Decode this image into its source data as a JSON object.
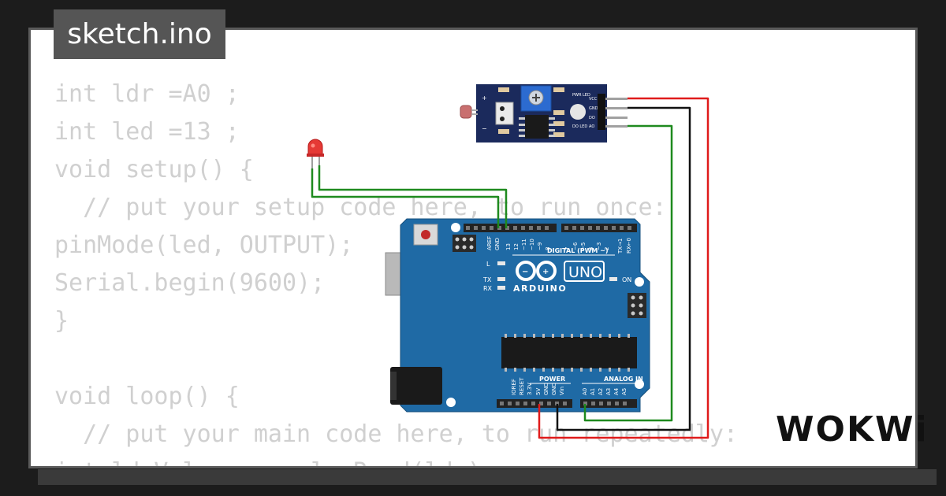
{
  "title": "sketch.ino",
  "code_lines": [
    "int ldr =A0 ;",
    "int led =13 ;",
    "void setup() {",
    "  // put your setup code here, to run once:",
    "pinMode(led, OUTPUT);",
    "Serial.begin(9600);",
    "}",
    "",
    "void loop() {",
    "  // put your main code here, to run repeatedly:",
    "int ldrValue = analogRead(ldr);"
  ],
  "board": {
    "brand": "ARDUINO",
    "model": "UNO",
    "digital_label": "DIGITAL (PWM ~)",
    "power_label": "POWER",
    "analog_label": "ANALOG IN",
    "led_labels": [
      "L",
      "TX",
      "RX",
      "ON"
    ],
    "top_pins": [
      "AREF",
      "GND",
      "13",
      "12",
      "~11",
      "~10",
      "~9",
      "8",
      "7",
      "~6",
      "~5",
      "4",
      "~3",
      "2",
      "TX→1",
      "RX←0"
    ],
    "power_pins": [
      "IOREF",
      "RESET",
      "3.3V",
      "5V",
      "GND",
      "GND",
      "Vin"
    ],
    "analog_pins": [
      "A0",
      "A1",
      "A2",
      "A3",
      "A4",
      "A5"
    ]
  },
  "sensor": {
    "labels": [
      "PWR LED",
      "DO LED"
    ],
    "pins": [
      "VCC",
      "GND",
      "DO",
      "AO"
    ],
    "polarity": [
      "+",
      "−"
    ]
  },
  "colors": {
    "wire_red": "#e01b1b",
    "wire_black": "#111111",
    "wire_green": "#1e8a1e",
    "board_blue": "#1f6aa5",
    "sensor_navy": "#1b2a5c"
  },
  "brand_logo": "WOKWi"
}
